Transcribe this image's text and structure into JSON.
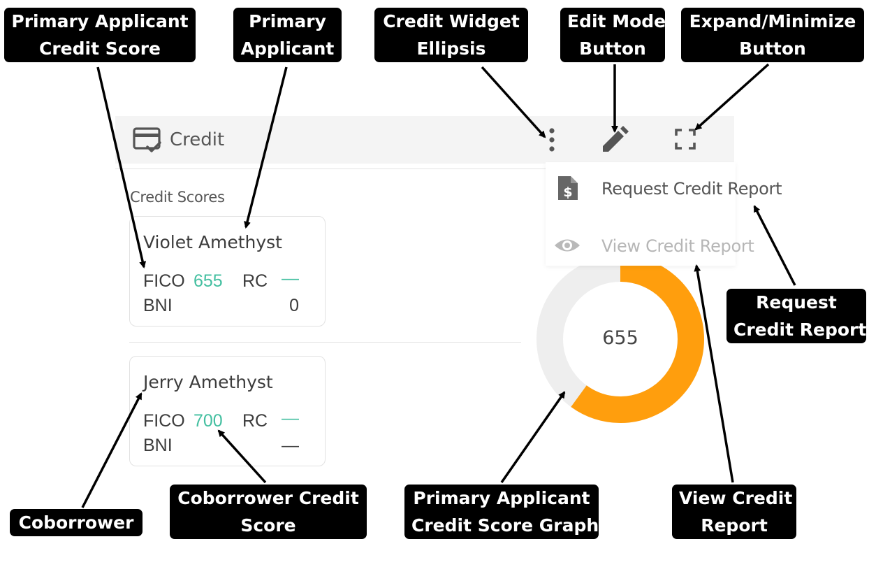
{
  "widget": {
    "title": "Credit",
    "icons": {
      "title": "credit-card-check-icon",
      "ellipsis": "vertical-ellipsis-icon",
      "edit": "pencil-icon",
      "expand": "expand-icon"
    },
    "section_label": "Credit Scores",
    "applicants": [
      {
        "name": "Violet Amethyst",
        "fico_label": "FICO",
        "fico": "655",
        "rc_label": "RC",
        "rc": "—",
        "bni_label": "BNI",
        "bni": "0"
      },
      {
        "name": "Jerry Amethyst",
        "fico_label": "FICO",
        "fico": "700",
        "rc_label": "RC",
        "rc": "—",
        "bni_label": "BNI",
        "bni": "—"
      }
    ],
    "menu": [
      {
        "label": "Request Credit Report",
        "icon": "document-dollar-icon",
        "enabled": true
      },
      {
        "label": "View Credit Report",
        "icon": "eye-icon",
        "enabled": false
      }
    ],
    "gauge": {
      "value": "655",
      "fraction": 0.6,
      "color": "#ff9e0d",
      "track_color": "#eeeeee"
    },
    "accent_color": "#43bfa0"
  },
  "callouts": {
    "primary_score": [
      "Primary Applicant",
      "Credit Score"
    ],
    "primary_applicant": [
      "Primary",
      "Applicant"
    ],
    "ellipsis": [
      "Credit Widget",
      "Ellipsis"
    ],
    "edit": [
      "Edit Mode",
      "Button"
    ],
    "expand": [
      "Expand/Minimize",
      "Button"
    ],
    "request_report": [
      "Request",
      "Credit Report"
    ],
    "coborrower": [
      "Coborrower"
    ],
    "coborrower_score": [
      "Coborrower Credit",
      "Score"
    ],
    "score_graph": [
      "Primary Applicant",
      "Credit Score Graph"
    ],
    "view_report": [
      "View Credit",
      "Report"
    ]
  }
}
